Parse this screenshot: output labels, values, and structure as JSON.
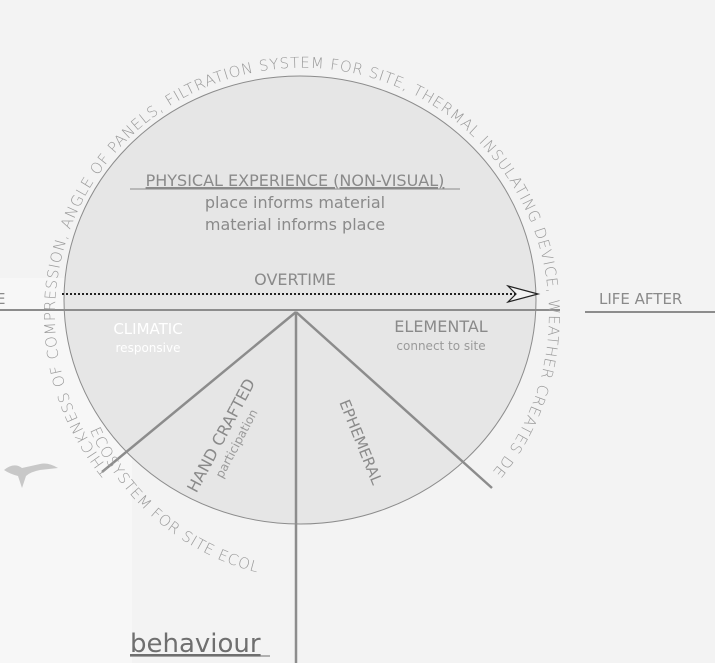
{
  "colors": {
    "background": "#f3f3f3",
    "circle_fill": "#e5e5e5",
    "stroke": "#888888",
    "text": "#9a9a9a",
    "text_dark": "#777777",
    "arrow": "#222222"
  },
  "ring_text": {
    "upper": "THICKNESS OF COMPRESSION, ANGLE OF PANELS, FILTRATION SYSTEM FOR SITE, THERMAL INSULATING DEVICE, WEATHER CREATES DESIRED APPEARANCE",
    "lower_left": "ECOSYSTEM FOR SITE ECOLOGY,"
  },
  "physical_experience": {
    "title": "PHYSICAL EXPERIENCE (NON-VISUAL)",
    "line1": "place informs material",
    "line2": "material informs place"
  },
  "overtime_label": "OVERTIME",
  "life_after_label": "LIFE AFTER",
  "left_edge_label": "E",
  "climatic": {
    "title": "CLIMATIC",
    "subtitle": "responsive"
  },
  "elemental": {
    "title": "ELEMENTAL",
    "subtitle": "connect to site"
  },
  "hand_crafted": {
    "title": "HAND CRAFTED",
    "subtitle": "participation"
  },
  "ephemeral_label": "EPHEMERAL",
  "behaviour_label": "behaviour"
}
